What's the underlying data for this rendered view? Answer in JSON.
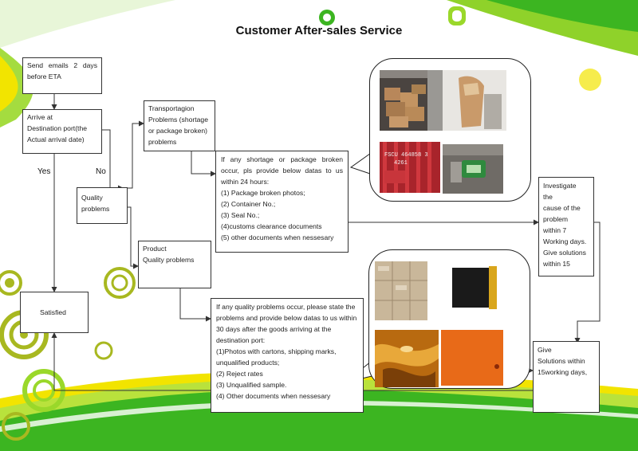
{
  "title": "Customer After-sales Service",
  "boxes": {
    "send_emails": "Send emails 2 days before ETA",
    "arrive": "Arrive at\nDestination port(the Actual arrival date)",
    "transport": "Transportagion\nProblems (shortage or package broken)\nproblems",
    "quality": "Quality\nproblems",
    "product": "Product\nQuality problems",
    "satisfied": "Satisfied",
    "shortage_info": {
      "intro": "If any shortage or package broken occur, pls provide below datas to us within 24 hours:",
      "items": [
        "(1) Package broken photos;",
        "(2) Container No.;",
        "(3) Seal No.;",
        "(4)customs clearance documents",
        "(5) other documents when nessesary"
      ]
    },
    "quality_info": {
      "intro": "If any quality problems occur, please state the problems and provide below datas to us within 30 days after the goods arriving at the destination port:",
      "items": [
        "(1)Photos with cartons, shipping marks, unqualified products;",
        "(2) Reject rates",
        "(3) Unqualified sample.",
        "(4) Other documents when nessesary"
      ]
    },
    "investigate": "Investigate\nthe\ncause of the\nproblem\nwithin 7\nWorking days.\nGive solutions\nwithin 15",
    "give_solutions": "Give\nSolutions within\n15working days,"
  },
  "labels": {
    "yes": "Yes",
    "no": "No"
  },
  "photo_text": {
    "container_code": "FSCU 464858 3\n4261"
  },
  "colors": {
    "green": "#3cb521",
    "light_green": "#9ad82a",
    "yellow": "#f2e400",
    "olive": "#a8b820"
  }
}
